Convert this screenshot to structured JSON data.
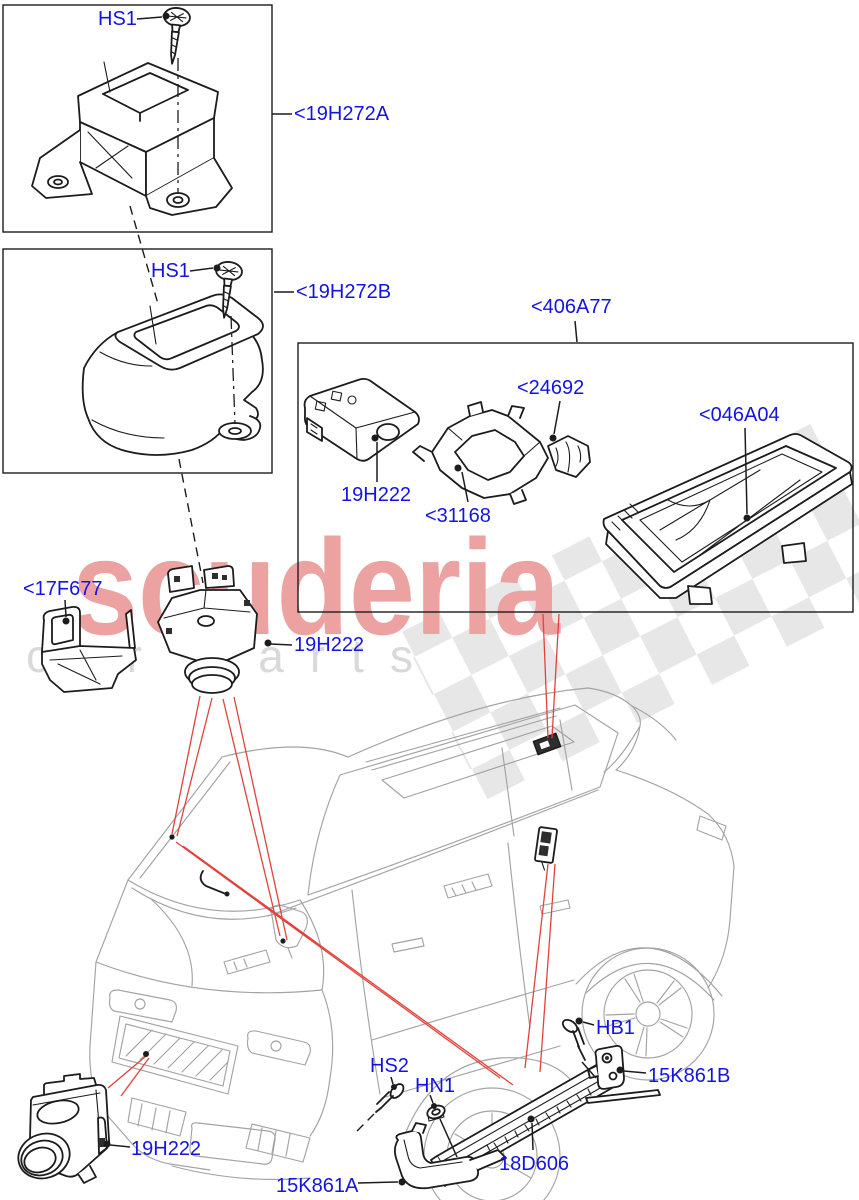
{
  "watermark": {
    "brand": "scuderia",
    "subtitle": "car parts"
  },
  "colors": {
    "label": "#1414e0",
    "red_leader": "#e0433c",
    "art": "#1c1c1c",
    "car": "#a3a3a3",
    "watermark_text": "#eda2a2",
    "watermark_sub": "#d9d9d9",
    "flag": "#e7e7e7"
  },
  "labels": {
    "hs1_top": "HS1",
    "part_19h272a": "<19H272A",
    "hs1_mid": "HS1",
    "part_19h272b": "<19H272B",
    "part_406a77": "<406A77",
    "part_24692": "<24692",
    "part_046a04": "<046A04",
    "part_19h222_box": "19H222",
    "part_31168": "<31168",
    "part_17f677": "<17F677",
    "part_19h222_mid": "19H222",
    "part_19h222_bottom": "19H222",
    "hs2": "HS2",
    "hn1": "HN1",
    "hb1": "HB1",
    "part_15k861b": "15K861B",
    "part_18d606": "18D606",
    "part_15k861a": "15K861A"
  }
}
